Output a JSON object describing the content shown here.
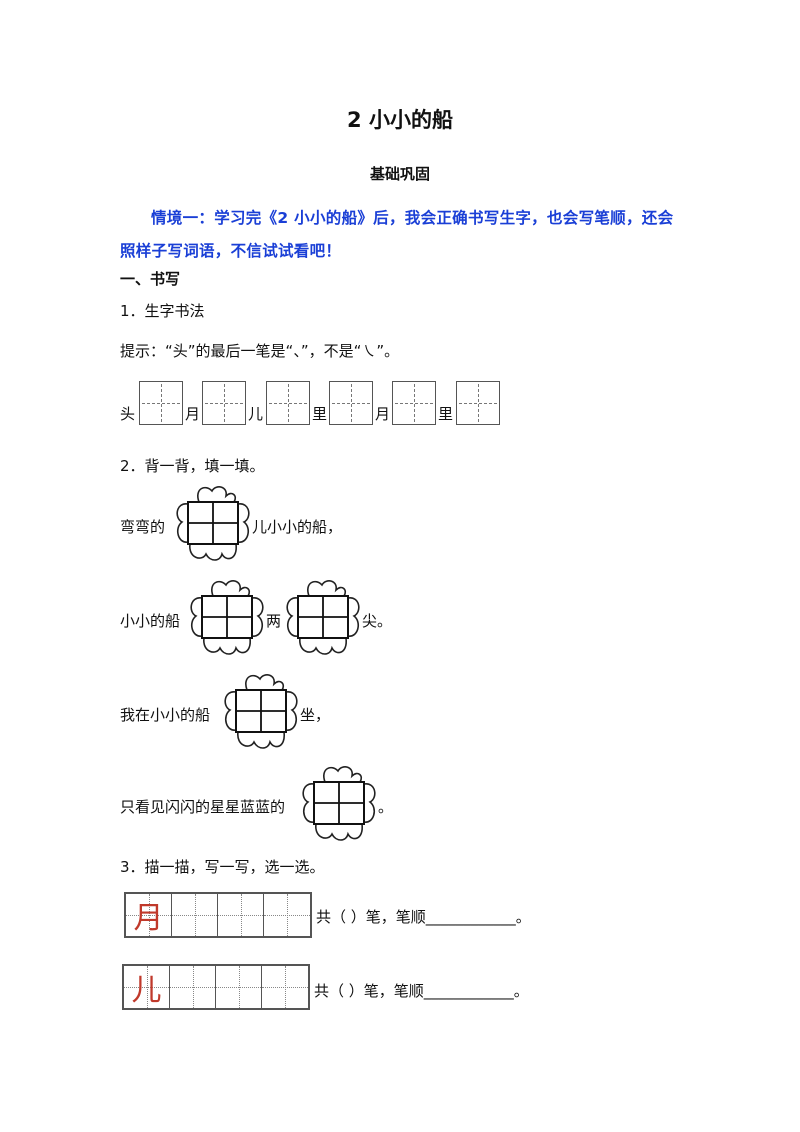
{
  "title": "2  小小的船",
  "subtitle": "基础巩固",
  "scenario": "情境一：学习完《2 小小的船》后，我会正确书写生字，也会写笔顺，还会照样子写词语，不信试试看吧！",
  "section1": "一、书写",
  "q1": {
    "label": "1．生字书法",
    "hint": "提示：“头”的最后一笔是“、”，不是“㇏”。",
    "chars": [
      "头",
      "月",
      "儿",
      "里",
      "月",
      "里"
    ]
  },
  "q2": {
    "label": "2．背一背，填一填。",
    "line1": "弯弯的",
    "line1_after": "儿小小的船，",
    "line2": "小小的船",
    "line2_mid": "两",
    "line2_after": "尖。",
    "line3": "我在小小的船",
    "line3_after": "坐，",
    "line4": "只看见闪闪的星星蓝蓝的",
    "line4_after": "。"
  },
  "q3": {
    "label": "3．描一描，写一写，选一选。",
    "row1_char": "月",
    "row1_text": "共（    ）笔，笔顺____________。",
    "row2_char": "儿",
    "row2_text": "共（  ）笔，笔顺____________。"
  }
}
